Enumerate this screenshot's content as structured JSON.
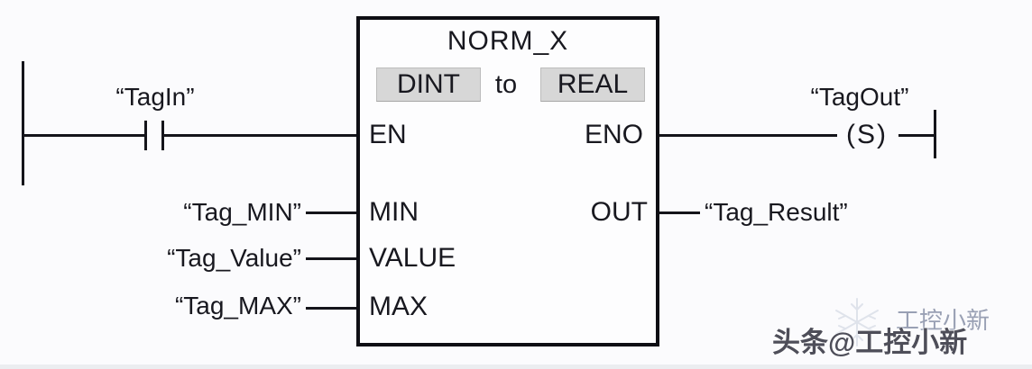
{
  "colors": {
    "ink": "#16161e",
    "type_box_bg": "#d7d7d7",
    "watermark_primary": "#4e4e59",
    "watermark_secondary": "#99a0b4"
  },
  "network": {
    "contact": {
      "tag": "“TagIn”"
    },
    "coil": {
      "tag": "“TagOut”",
      "symbol": "(S)"
    },
    "block": {
      "title": "NORM_X",
      "conversion": {
        "from": "DINT",
        "word": "to",
        "to": "REAL"
      },
      "ports": {
        "en": "EN",
        "eno": "ENO",
        "min": "MIN",
        "value": "VALUE",
        "max": "MAX",
        "out": "OUT"
      },
      "operands": {
        "min": "“Tag_MIN”",
        "value": "“Tag_Value”",
        "max": "“Tag_MAX”",
        "result": "“Tag_Result”"
      }
    }
  },
  "watermark": {
    "logo": "snowflake-icon",
    "line1": "工控小新",
    "line2": "头条@工控小新"
  }
}
